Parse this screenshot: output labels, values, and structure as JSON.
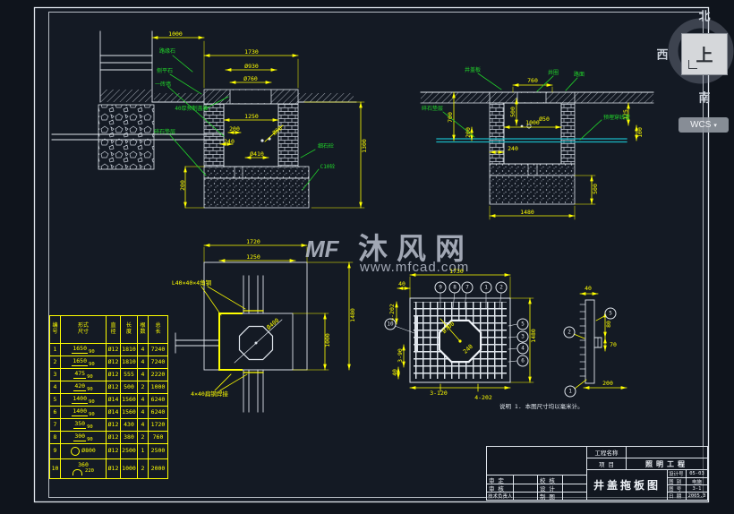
{
  "app": {
    "wcs_label": "WCS",
    "wcs_caret": "▾",
    "compass": {
      "north": "北",
      "west": "西",
      "south": "南",
      "top_face": "上"
    }
  },
  "watermark": {
    "logo": "MF",
    "name": "沐风网",
    "url": "www.mfcad.com"
  },
  "note": "说明 1. 本图尺寸均以毫米计。",
  "labels": {
    "s1": [
      "1000",
      "1730",
      "Ø930",
      "Ø760",
      "1250",
      "200",
      "240",
      "Ø410",
      "Ø60",
      "1300",
      "200"
    ],
    "s1g": [
      "路缘石",
      "侧平石",
      "一砖墙",
      "40厚预制盖板",
      "碎石垫层",
      "细石砼",
      "C10砼"
    ],
    "s2": [
      "760",
      "700",
      "200",
      "500",
      "Ø50",
      "1000",
      "240",
      "500",
      "1480",
      "125",
      "100"
    ],
    "s2g": [
      "井盖板",
      "井圈",
      "路面",
      "碎石垫层",
      "预埋穿线管"
    ],
    "p1": [
      "1720",
      "1250",
      "Ø400",
      "1000",
      "1480"
    ],
    "p1y": [
      "L40×40×4角钢",
      "4×40扁钢焊接"
    ],
    "p2": [
      "1730",
      "40",
      "1480",
      "4-202",
      "3-90",
      "40",
      "3-120",
      "4-202",
      "Ø700",
      "240"
    ],
    "p2m_top": [
      "9",
      "8",
      "7",
      "1",
      "2"
    ],
    "p2m_right": [
      "5",
      "3",
      "4",
      "6"
    ],
    "p2m_left": [
      "10"
    ],
    "sv": [
      "40",
      "80",
      "70",
      "200"
    ],
    "svm": [
      "2",
      "5",
      "1"
    ]
  },
  "rebar_table": {
    "headers": {
      "no": "编\n号",
      "shape": "形式\n尺寸",
      "dia": "直\n径",
      "len": "长\n度",
      "qty": "根\n数",
      "total": "总\n长"
    },
    "rows": [
      {
        "no": "1",
        "dim": "1650",
        "hook": "90",
        "dia": "Ø12",
        "len": "1810",
        "qty": "4",
        "total": "7240"
      },
      {
        "no": "2",
        "dim": "1650",
        "hook": "90",
        "dia": "Ø12",
        "len": "1810",
        "qty": "4",
        "total": "7240"
      },
      {
        "no": "3",
        "dim": "475",
        "hook": "90",
        "dia": "Ø12",
        "len": "555",
        "qty": "4",
        "total": "2220"
      },
      {
        "no": "4",
        "dim": "420",
        "hook": "90",
        "dia": "Ø12",
        "len": "500",
        "qty": "2",
        "total": "1000"
      },
      {
        "no": "5",
        "dim": "1400",
        "hook": "90",
        "dia": "Ø14",
        "len": "1560",
        "qty": "4",
        "total": "6240"
      },
      {
        "no": "6",
        "dim": "1400",
        "hook": "90",
        "dia": "Ø14",
        "len": "1560",
        "qty": "4",
        "total": "6240"
      },
      {
        "no": "7",
        "dim": "350",
        "hook": "90",
        "dia": "Ø12",
        "len": "430",
        "qty": "4",
        "total": "1720"
      },
      {
        "no": "8",
        "dim": "300",
        "hook": "90",
        "dia": "Ø12",
        "len": "380",
        "qty": "2",
        "total": "760"
      },
      {
        "no": "9",
        "dim": "Ø800",
        "hook": "",
        "dia": "Ø12",
        "len": "2500",
        "qty": "1",
        "total": "2500"
      },
      {
        "no": "10",
        "dim": "360",
        "hook": "220",
        "dia": "Ø12",
        "len": "1000",
        "qty": "2",
        "total": "2000"
      }
    ]
  },
  "title_block": {
    "project_label": "工程名称",
    "project_value": "",
    "item_label": "项  目",
    "item_value": "照明工程",
    "drawing_title": "井盖拖板图",
    "design_no_label": "设计号",
    "design_no": "05-03",
    "category_label": "图 别",
    "category": "电施",
    "sheet_no_label": "图 号",
    "sheet_no": "3-1",
    "date_label": "日 期",
    "date": "2005.3",
    "sign_rows": [
      {
        "l1": "审 定",
        "l2": "校 核"
      },
      {
        "l1": "审 核",
        "l2": "设 计"
      },
      {
        "l1": "技术负责人",
        "l2": "制 图"
      }
    ]
  }
}
